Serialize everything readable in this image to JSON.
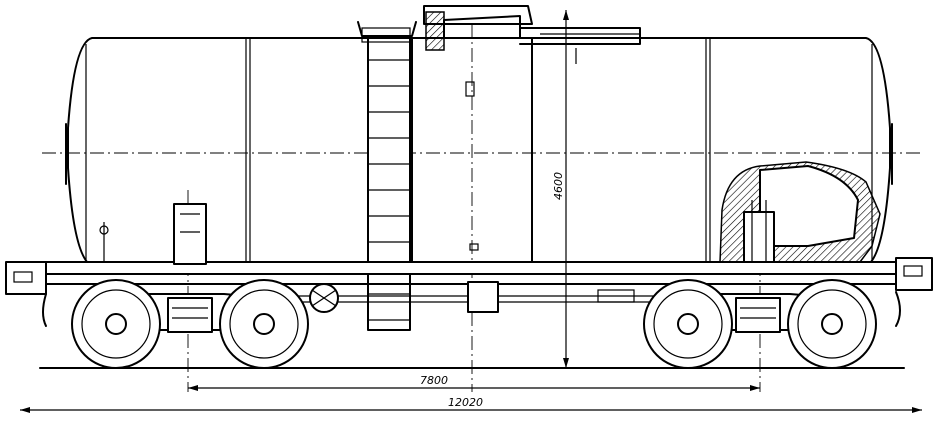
{
  "drawing": {
    "dimensions": {
      "base": "7800",
      "length": "12020",
      "height": "4600"
    }
  }
}
